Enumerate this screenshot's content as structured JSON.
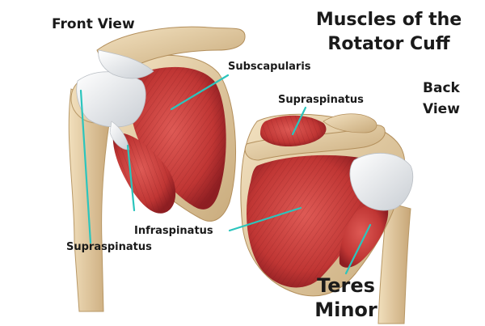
{
  "title_line1": "Muscles of the",
  "title_line2": "Rotator Cuff",
  "views": {
    "front": "Front View",
    "back_line1": "Back",
    "back_line2": "View"
  },
  "labels": {
    "subscapularis": "Subscapularis",
    "supraspinatus_back": "Supraspinatus",
    "infraspinatus": "Infraspinatus",
    "supraspinatus_front": "Supraspinatus",
    "teres_line1": "Teres",
    "teres_line2": "Minor"
  },
  "colors": {
    "bone": "#e9d4ad",
    "bone_shade": "#c9ab7c",
    "muscle": "#c8393a",
    "muscle_dark": "#8e1e22",
    "tendon": "#eef0f2",
    "pointer": "#2bc5bd"
  }
}
